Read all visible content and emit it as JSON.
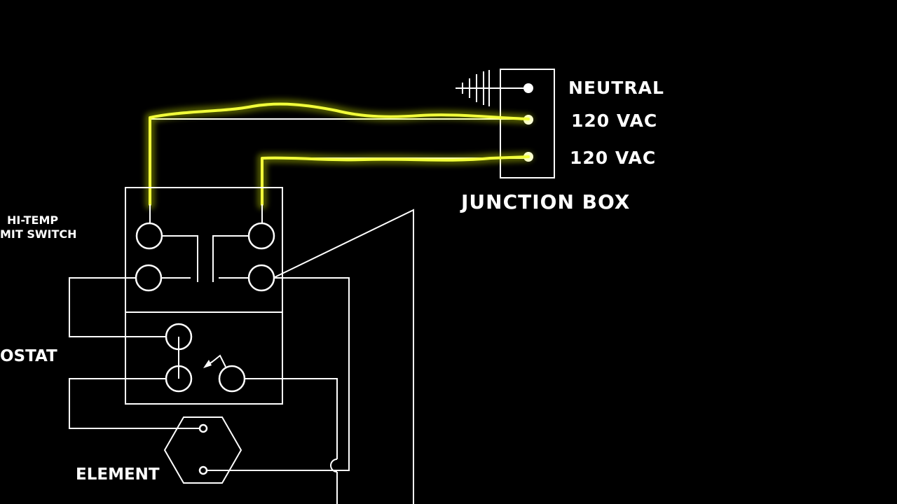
{
  "labels": {
    "neutral": "NEUTRAL",
    "vac1": "120 VAC",
    "vac2": "120 VAC",
    "junction_box": "JUNCTION BOX",
    "limit_switch_line1": "HI-TEMP",
    "limit_switch_line2": "MIT SWITCH",
    "thermostat": "OSTAT",
    "element": "ELEMENT"
  },
  "colors": {
    "background": "#000000",
    "line": "#ffffff",
    "energized_wire": "#f2ff3a"
  }
}
